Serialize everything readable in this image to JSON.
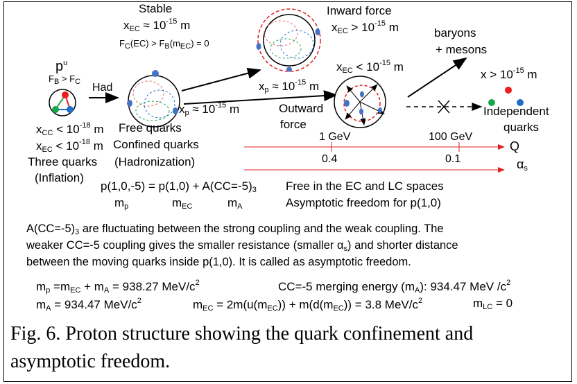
{
  "left": {
    "particle": "p",
    "particle_sup": "u",
    "force_rel": "F",
    "force_rel_b": "B",
    "force_rel_gt": " > F",
    "force_rel_c": "C",
    "had": "Had",
    "xcc": "x",
    "xcc_sub": "CC",
    "xcc_val": " < 10",
    "xcc_exp": "-18",
    "xcc_unit": " m",
    "xec": "x",
    "xec_sub": "EC",
    "xec_val": " < 10",
    "xec_exp": "-18",
    "xec_unit": " m",
    "three_quarks": "Three quarks",
    "inflation": "(Inflation)"
  },
  "middle": {
    "stable": "Stable",
    "xec": "x",
    "xec_sub": "EC",
    "xec_val": " ≈ 10",
    "xec_exp": "-15",
    "xec_unit": " m",
    "force_a": "F",
    "force_a_sub": "C",
    "force_a_mid": "(EC) > F",
    "force_b_sub": "B",
    "force_b_mid": "(m",
    "force_b_sub2": "EC",
    "force_b_end": ") = 0",
    "xp": "x",
    "xp_sub": "p",
    "xp_val": " ≈ 10",
    "xp_exp": "-15",
    "xp_unit": " m",
    "free_quarks": "Free  quarks",
    "confined_quarks": "Confined quarks",
    "hadronization": "(Hadronization)"
  },
  "top_right": {
    "inward": "Inward force",
    "xec": "x",
    "xec_sub": "EC",
    "xec_val": " > 10",
    "xec_exp": "-15",
    "xec_unit": " m",
    "xec2": "x",
    "xec2_sub": "EC",
    "xec2_val": " < 10",
    "xec2_exp": "-15",
    "xec2_unit": " m",
    "xp": "x",
    "xp_sub": "p",
    "xp_val": " ≈ 10",
    "xp_exp": "-15",
    "xp_unit": " m",
    "outward_1": "Outward",
    "outward_2": "force",
    "baryons_1": "baryons",
    "baryons_2": "+ mesons",
    "xgt": "x > 10",
    "xgt_exp": "-15",
    "xgt_unit": " m",
    "independent_1": "Independent",
    "independent_2": "quarks"
  },
  "scale": {
    "gev1": "1 GeV",
    "gev100": "100 GeV",
    "q": "Q",
    "a04": "0.4",
    "a01": "0.1",
    "alpha": "α",
    "alpha_sub": "s"
  },
  "equation": {
    "lhs": "p(1,0,-5) = p(1,0) + A(CC=-5)",
    "lhs_sub": "3",
    "mp": "m",
    "mp_sub": "p",
    "mec": "m",
    "mec_sub": "EC",
    "ma": "m",
    "ma_sub": "A"
  },
  "freedom": {
    "line1": "Free in the EC and LC spaces",
    "line2": "Asymptotic freedom for p(1,0)"
  },
  "paragraph": {
    "l1a": "A(CC=-5)",
    "l1a_sub": "3",
    "l1b": " are fluctuating between the strong coupling and the weak coupling. The",
    "l2a": "weaker CC=-5 coupling gives the smaller resistance (smaller ",
    "l2alpha": "α",
    "l2alpha_sub": "s",
    "l2b": ") and shorter distance",
    "l3": "between the moving quarks inside p(1,0).  It is called as asymptotic freedom."
  },
  "masses": {
    "r1a": "m",
    "r1a_sub": "p",
    "r1b": " =m",
    "r1b_sub": "EC",
    "r1c": " + m",
    "r1c_sub": "A",
    "r1d": " = 938.27 MeV/c",
    "r1d_sup": "2",
    "r1e": "CC=-5 merging energy (m",
    "r1e_sub": "A",
    "r1f": "): 934.47 MeV /c",
    "r1f_sup": "2",
    "r2a": "m",
    "r2a_sub": "A",
    "r2b": " = 934.47 MeV/c",
    "r2b_sup": "2",
    "r2c": "m",
    "r2c_sub": "EC",
    "r2d": " = 2m(u(m",
    "r2d_sub": "EC",
    "r2e": "))  + m(d(m",
    "r2e_sub": "EC",
    "r2f": ")) = 3.8 MeV/c",
    "r2f_sup": "2",
    "r2g": "m",
    "r2g_sub": "LC",
    "r2h": " = 0"
  },
  "caption": {
    "line1": "Fig. 6. Proton structure showing the quark confinement and",
    "line2": "asymptotic freedom."
  },
  "colors": {
    "red": "#ee1c1c",
    "green": "#17a64a",
    "blue": "#1f6fc9",
    "quark_blue": "#4472c4",
    "dash_red": "#e02020"
  }
}
